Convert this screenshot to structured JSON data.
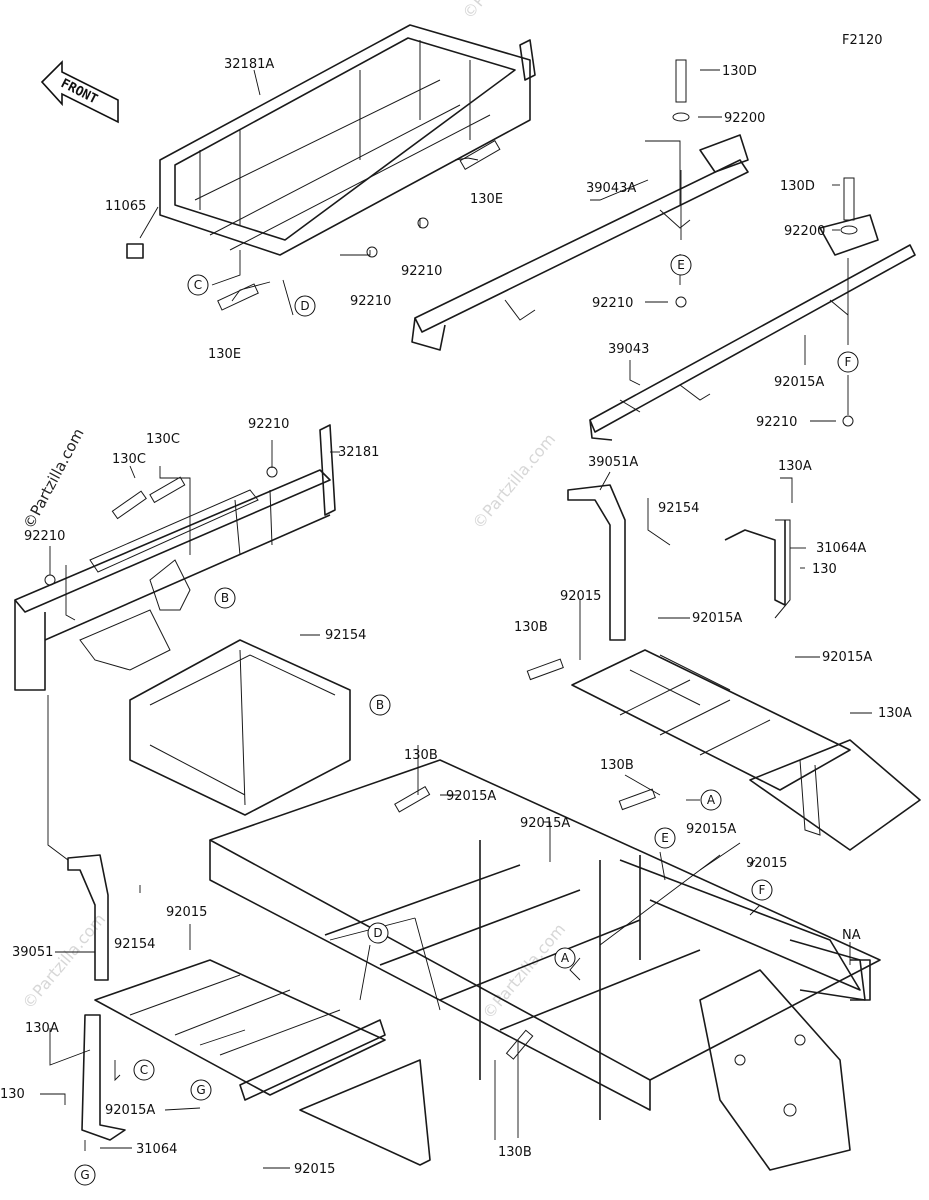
{
  "diagram_code": "F2120",
  "front_label": "FRONT",
  "watermark_text": "©Partzilla.com",
  "labels": {
    "l32181A": "32181A",
    "l11065": "11065",
    "l130E_a": "130E",
    "l130E_b": "130E",
    "l92210_a": "92210",
    "l92210_b": "92210",
    "l92210_c": "92210",
    "l92210_d": "92210",
    "l92210_e": "92210",
    "l92210_f": "92210",
    "l130D_a": "130D",
    "l130D_b": "130D",
    "l92200_a": "92200",
    "l92200_b": "92200",
    "l39043A": "39043A",
    "l39043": "39043",
    "l92015A_a": "92015A",
    "l92015A_b": "92015A",
    "l92015A_c": "92015A",
    "l92015A_d": "92015A",
    "l92015A_e": "92015A",
    "l92015A_f": "92015A",
    "l92015A_g": "92015A",
    "l130C_a": "130C",
    "l130C_b": "130C",
    "l32181": "32181",
    "l39051A": "39051A",
    "l92154_a": "92154",
    "l92154_b": "92154",
    "l92154_c": "92154",
    "l130A_a": "130A",
    "l130A_b": "130A",
    "l130A_c": "130A",
    "l31064A": "31064A",
    "l130_a": "130",
    "l130_b": "130",
    "l92015_a": "92015",
    "l92015_b": "92015",
    "l92015_c": "92015",
    "l92015_d": "92015",
    "l130B_a": "130B",
    "l130B_b": "130B",
    "l130B_c": "130B",
    "l130B_d": "130B",
    "l39051": "39051",
    "l31064": "31064",
    "lNA": "NA"
  },
  "callouts": {
    "c_C_top": "C",
    "c_D_top": "D",
    "c_E_top": "E",
    "c_F_top": "F",
    "c_B_left": "B",
    "c_B_frame": "B",
    "c_A_mid": "A",
    "c_E_main": "E",
    "c_F_main": "F",
    "c_D_main": "D",
    "c_A_main": "A",
    "c_C_bottom": "C",
    "c_G_bottom": "G",
    "c_G_foot": "G"
  }
}
